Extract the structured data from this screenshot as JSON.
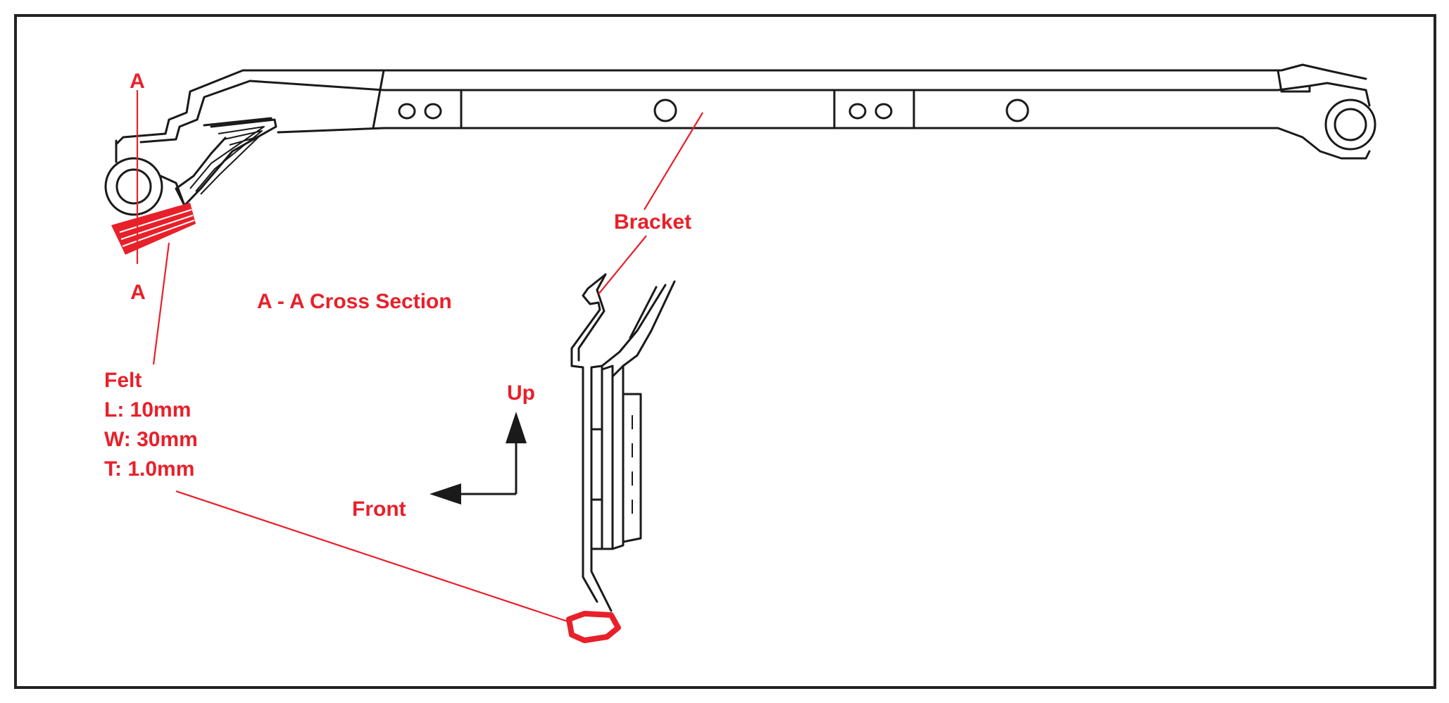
{
  "colors": {
    "annotation": "#e8202a",
    "drawing": "#1a1a1a",
    "felt": "#e8202a",
    "frame": "#222222"
  },
  "labels": {
    "section_top": "A",
    "section_bottom": "A",
    "cross_section": "A - A Cross Section",
    "bracket": "Bracket",
    "felt_title": "Felt",
    "felt_length": "L:  10mm",
    "felt_width": "W:  30mm",
    "felt_thickness": "T:  1.0mm",
    "up": "Up",
    "front": "Front"
  },
  "icons": {
    "up_arrow": "arrow-up-icon",
    "front_arrow": "arrow-left-icon"
  }
}
